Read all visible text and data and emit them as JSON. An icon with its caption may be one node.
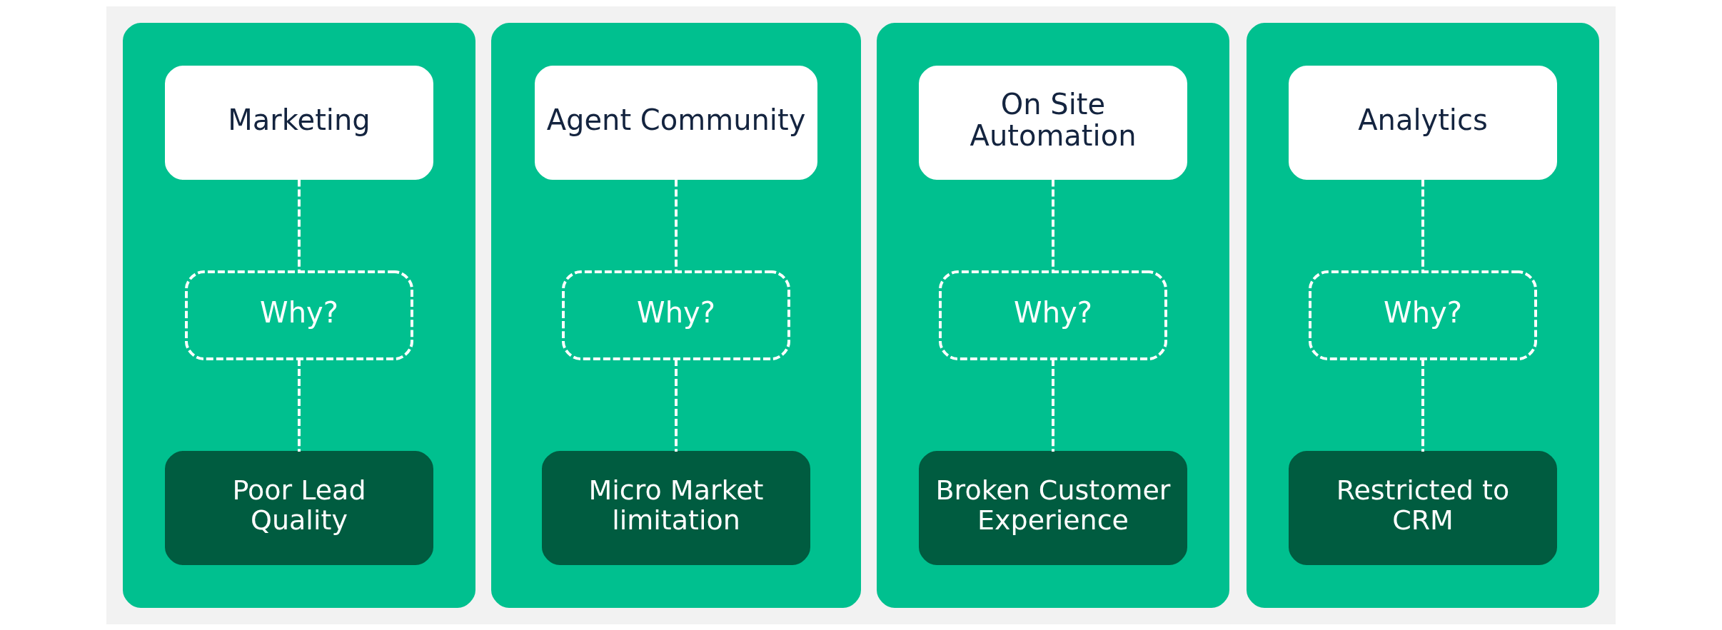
{
  "diagram": {
    "nodes": [
      {
        "text": [],
        "shape": "box"
      },
      {
        "text": [
          "Marketing"
        ],
        "in": 0
      },
      {
        "text": [
          "Why?"
        ],
        "in": 0
      },
      {
        "text": [
          "Poor Lead Quality"
        ],
        "in": 0
      },
      {
        "text": [],
        "shape": "box"
      },
      {
        "text": [
          "Agent Community"
        ],
        "in": 4
      },
      {
        "text": [
          "Why?"
        ],
        "in": 4
      },
      {
        "text": [
          "Micro Market limitation"
        ],
        "in": 4
      },
      {
        "text": [],
        "shape": "box"
      },
      {
        "text": [
          "On Site Automation"
        ],
        "in": 8
      },
      {
        "text": [
          "Why?"
        ],
        "in": 8
      },
      {
        "text": [
          "Broken Customer Experience"
        ],
        "in": 8
      },
      {
        "text": [],
        "shape": "box"
      },
      {
        "text": [
          "Analytics"
        ],
        "in": 12
      },
      {
        "text": [
          "Why?"
        ],
        "in": 12
      },
      {
        "text": [
          "Restricted to CRM"
        ],
        "in": 12
      }
    ],
    "edges": [
      {
        "from": 1,
        "to": 2,
        "arrow": "none",
        "style": "dashed"
      },
      {
        "from": 2,
        "to": 3,
        "arrow": "none",
        "style": "dashed"
      },
      {
        "from": 5,
        "to": 6,
        "arrow": "none",
        "style": "dashed"
      },
      {
        "from": 6,
        "to": 7,
        "arrow": "none",
        "style": "dashed"
      },
      {
        "from": 9,
        "to": 10,
        "arrow": "none",
        "style": "dashed"
      },
      {
        "from": 10,
        "to": 11,
        "arrow": "none",
        "style": "dashed"
      },
      {
        "from": 13,
        "to": 14,
        "arrow": "none",
        "style": "dashed"
      },
      {
        "from": 14,
        "to": 15,
        "arrow": "none",
        "style": "dashed"
      }
    ]
  }
}
